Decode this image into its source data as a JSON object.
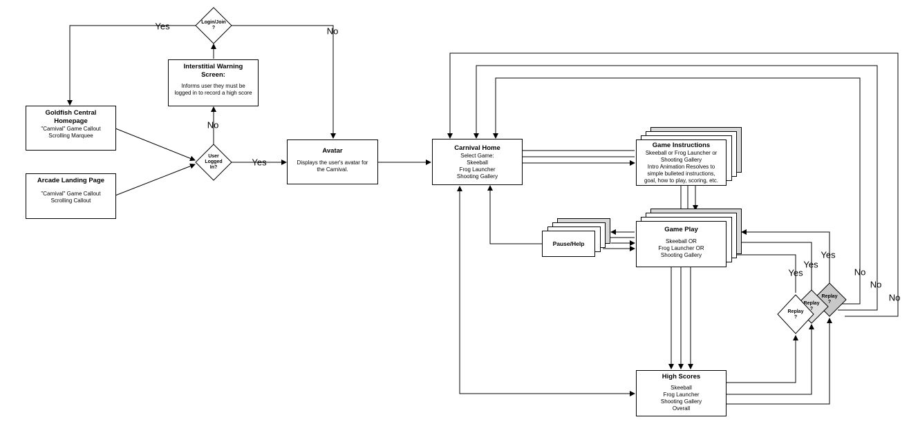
{
  "nodes": {
    "goldfish": {
      "title": "Goldfish Central Homepage",
      "lines": [
        "\"Carnival\" Game Callout",
        "Scrolling Marquee"
      ]
    },
    "arcade": {
      "title": "Arcade Landing Page",
      "lines": [
        "\"Carnival\" Game Callout",
        "Scrolling Callout"
      ]
    },
    "interstitial": {
      "title_1": "Interstitial Warning",
      "title_2": "Screen:",
      "lines": [
        "Informs user they must be",
        "logged in to record a high score"
      ]
    },
    "avatar": {
      "title": "Avatar",
      "lines": [
        "Displays the user's avatar for",
        "the Carnival."
      ]
    },
    "carnival_home": {
      "title": "Carnival Home",
      "lines": [
        "Select Game:",
        "Skeeball",
        "Frog Launcher",
        "Shooting Gallery"
      ]
    },
    "instructions": {
      "title": "Game Instructions",
      "lines": [
        "Skeeball or Frog Launcher or",
        "Shooting Gallery",
        "Intro Animation Resolves to",
        "simple bulleted instructions,",
        "goal, how to play, scoring, etc."
      ]
    },
    "game_play": {
      "title": "Game Play",
      "lines": [
        "Skeeball OR",
        "Frog Launcher OR",
        "Shooting Gallery"
      ]
    },
    "pause": {
      "title": "Pause/Help"
    },
    "high_scores": {
      "title": "High Scores",
      "lines": [
        "Skeeball",
        "Frog Launcher",
        "Shooting Gallery",
        "Overall"
      ]
    }
  },
  "decisions": {
    "login_join": {
      "line1": "Login/Join",
      "line2": "?"
    },
    "user_logged_in": {
      "line1": "User",
      "line2": "Logged",
      "line3": "In?"
    },
    "replay_1": {
      "line1": "Replay",
      "line2": "?"
    },
    "replay_2": {
      "line1": "Replay",
      "line2": "?"
    },
    "replay_3": {
      "line1": "Replay",
      "line2": "?"
    }
  },
  "labels": {
    "yes_login": "Yes",
    "no_login": "No",
    "no_logged": "No",
    "yes_logged": "Yes",
    "yes_r1": "Yes",
    "yes_r2": "Yes",
    "yes_r3": "Yes",
    "no_r1": "No",
    "no_r2": "No",
    "no_r3": "No"
  }
}
